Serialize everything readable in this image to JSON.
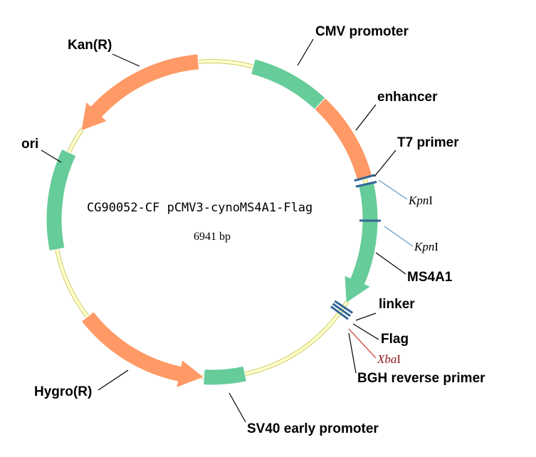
{
  "plasmid": {
    "name": "CG90052-CF pCMV3-cynoMS4A1-Flag",
    "size": "6941 bp"
  },
  "features": [
    {
      "id": "cmv",
      "label": "CMV promoter",
      "color": "#66cc99"
    },
    {
      "id": "enh",
      "label": "enhancer",
      "color": "#ff9966"
    },
    {
      "id": "ms4a1",
      "label": "MS4A1",
      "color": "#66cc99"
    },
    {
      "id": "sv40",
      "label": "SV40 early promoter",
      "color": "#66cc99"
    },
    {
      "id": "hygro",
      "label": "Hygro(R)",
      "color": "#ff9966"
    },
    {
      "id": "ori",
      "label": "ori",
      "color": "#66cc99"
    },
    {
      "id": "kan",
      "label": "Kan(R)",
      "color": "#ff9966"
    }
  ],
  "markers": [
    {
      "id": "t7",
      "label": "T7 primer"
    },
    {
      "id": "linker",
      "label": "linker"
    },
    {
      "id": "flag",
      "label": "Flag"
    },
    {
      "id": "bgh",
      "label": "BGH reverse primer"
    }
  ],
  "sites": [
    {
      "id": "kpn1a",
      "italic": "Kpn",
      "roman": "I",
      "color": "#000000"
    },
    {
      "id": "kpn1b",
      "italic": "Kpn",
      "roman": "I",
      "color": "#000000"
    },
    {
      "id": "xba1",
      "italic": "Xba",
      "roman": "I",
      "color": "#8b1a1a"
    }
  ],
  "colors": {
    "backbone_fill": "#ffffcc",
    "backbone_stroke": "#cccc66",
    "site_line": "#336699",
    "site_leader": "#6699cc",
    "site_leader_red": "#cc3333"
  }
}
